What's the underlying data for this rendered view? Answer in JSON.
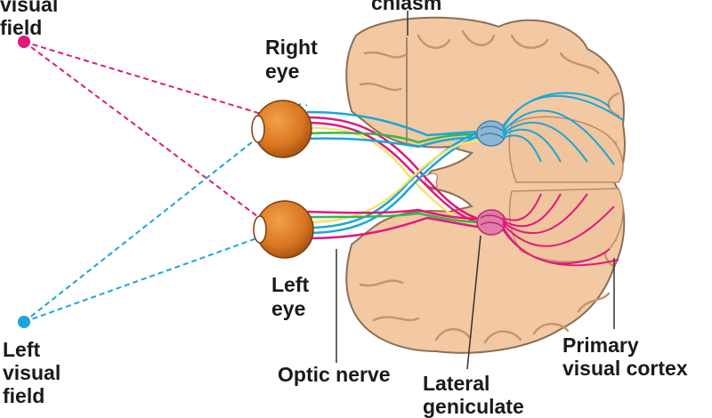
{
  "labels": {
    "right_visual_field": [
      "visual",
      "field"
    ],
    "optic_chiasm": "chiasm",
    "right_eye": [
      "Right",
      "eye"
    ],
    "left_eye": [
      "Left",
      "eye"
    ],
    "left_visual_field": [
      "Left",
      "visual",
      "field"
    ],
    "optic_nerve": "Optic nerve",
    "lateral_geniculate": [
      "Lateral",
      "geniculate"
    ],
    "primary_visual_cortex": [
      "Primary",
      "visual cortex"
    ]
  },
  "colors": {
    "right_field_pathway": "#e0197d",
    "left_field_pathway": "#1aa6d9",
    "optic_tract_green": "#39b54a",
    "optic_tract_yellow": "#f5e46a",
    "brain_tissue": "#f2c9a3",
    "brain_outline": "#8a6f55",
    "eyeball": "#d8741f"
  }
}
